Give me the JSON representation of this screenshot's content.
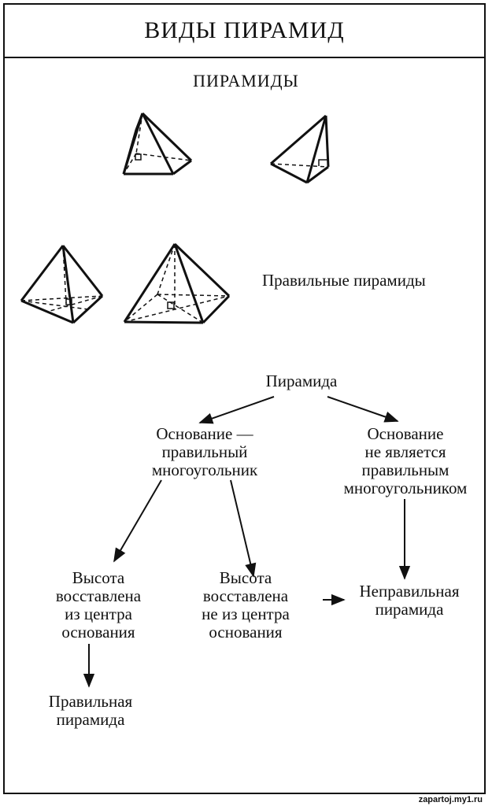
{
  "title": "ВИДЫ ПИРАМИД",
  "subtitle": "ПИРАМИДЫ",
  "regular_caption": "Правильные  пирамиды",
  "nodes": {
    "root": "Пирамида",
    "base_regular": [
      "Основание —",
      "правильный",
      "многоугольник"
    ],
    "base_irregular": [
      "Основание",
      "не является",
      "правильным",
      "многоугольником"
    ],
    "height_center": [
      "Высота",
      "восставлена",
      "из центра",
      "основания"
    ],
    "height_not_center": [
      "Высота",
      "восставлена",
      "не из центра",
      "основания"
    ],
    "irregular_result": [
      "Неправильная",
      "пирамида"
    ],
    "regular_result": [
      "Правильная",
      "пирамида"
    ]
  },
  "watermark": "zapartoj.my1.ru"
}
